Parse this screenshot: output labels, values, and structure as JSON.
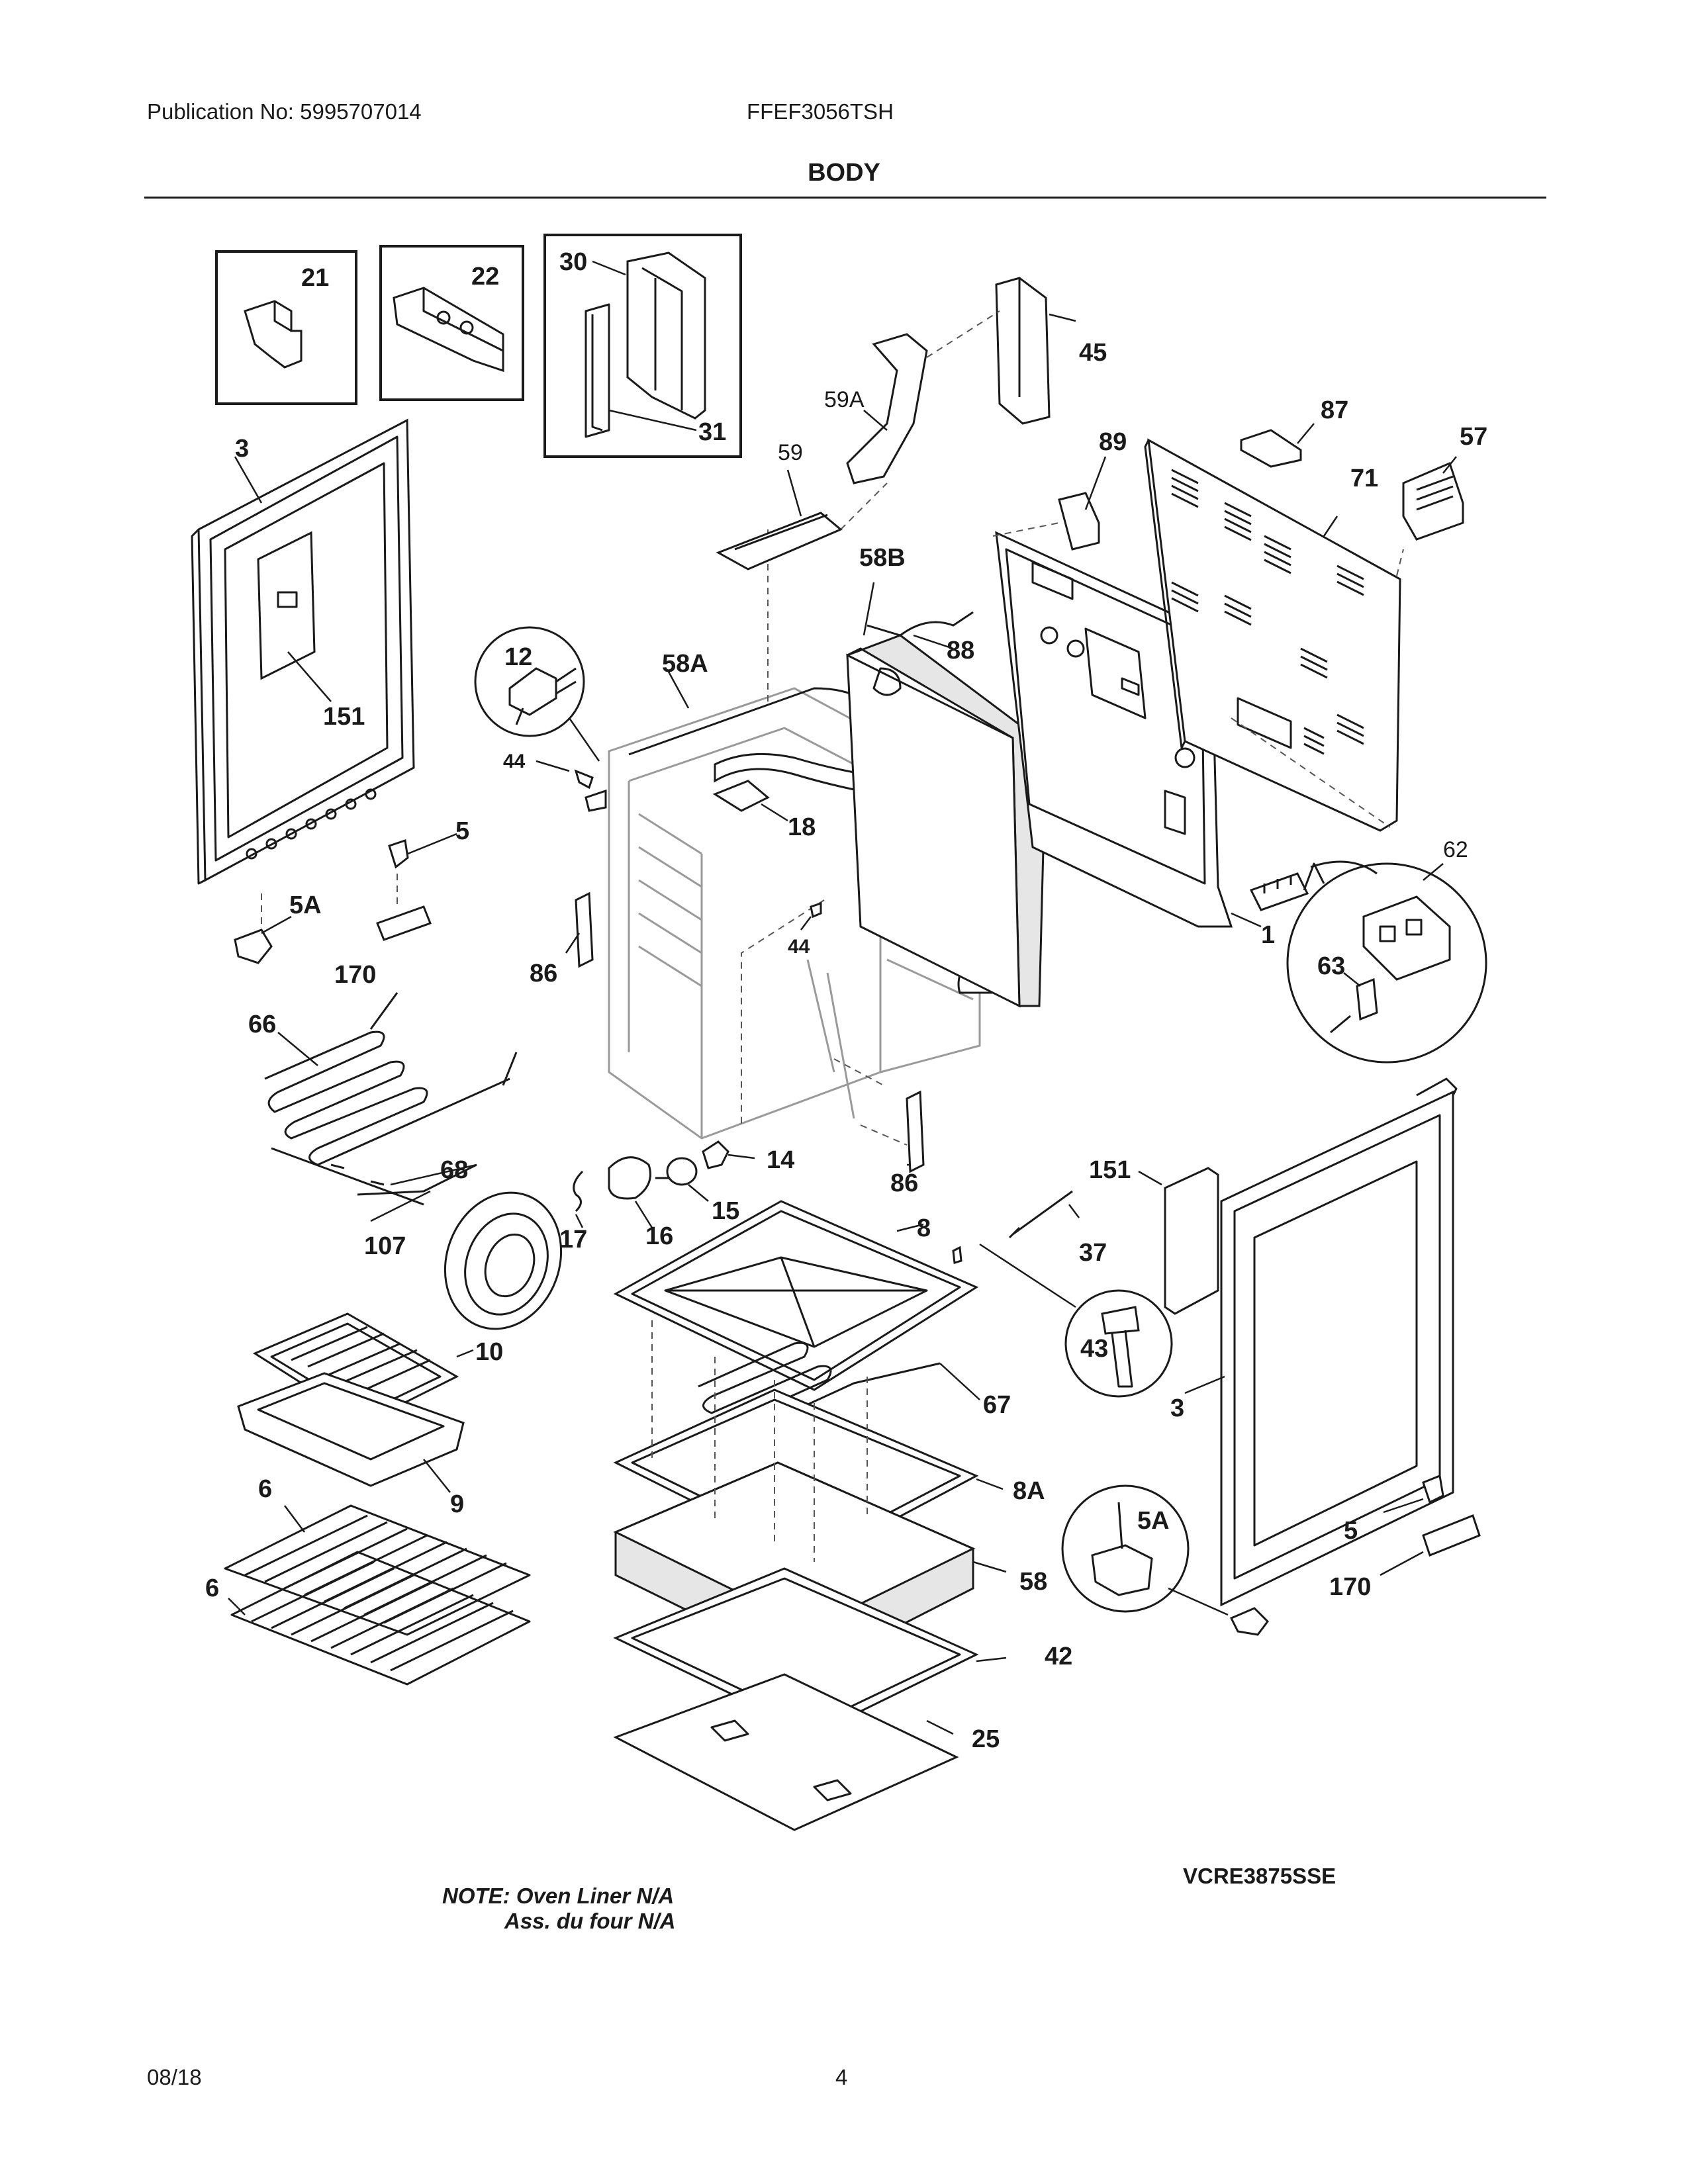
{
  "header": {
    "publication": "Publication No: 5995707014",
    "model": "FFEF3056TSH",
    "title": "BODY"
  },
  "callouts": {
    "c1": "1",
    "c3a": "3",
    "c3b": "3",
    "c5a": "5",
    "c5b": "5",
    "c5Aa": "5A",
    "c5Ab": "5A",
    "c6a": "6",
    "c6b": "6",
    "c8": "8",
    "c8A": "8A",
    "c9": "9",
    "c10": "10",
    "c12": "12",
    "c14": "14",
    "c15": "15",
    "c16": "16",
    "c17": "17",
    "c18": "18",
    "c21": "21",
    "c22": "22",
    "c25": "25",
    "c30": "30",
    "c31": "31",
    "c37": "37",
    "c42": "42",
    "c43": "43",
    "c44a": "44",
    "c44b": "44",
    "c45": "45",
    "c57": "57",
    "c58": "58",
    "c58A": "58A",
    "c58B": "58B",
    "c59": "59",
    "c59A": "59A",
    "c62": "62",
    "c63": "63",
    "c66": "66",
    "c67": "67",
    "c68": "68",
    "c71": "71",
    "c86a": "86",
    "c86b": "86",
    "c87": "87",
    "c88": "88",
    "c89": "89",
    "c107": "107",
    "c151a": "151",
    "c151b": "151",
    "c170a": "170",
    "c170b": "170"
  },
  "notes": {
    "line1": "NOTE: Oven Liner N/A",
    "line2": "Ass. du four N/A"
  },
  "diagram_code": "VCRE3875SSE",
  "footer": {
    "date": "08/18",
    "page": "4"
  }
}
